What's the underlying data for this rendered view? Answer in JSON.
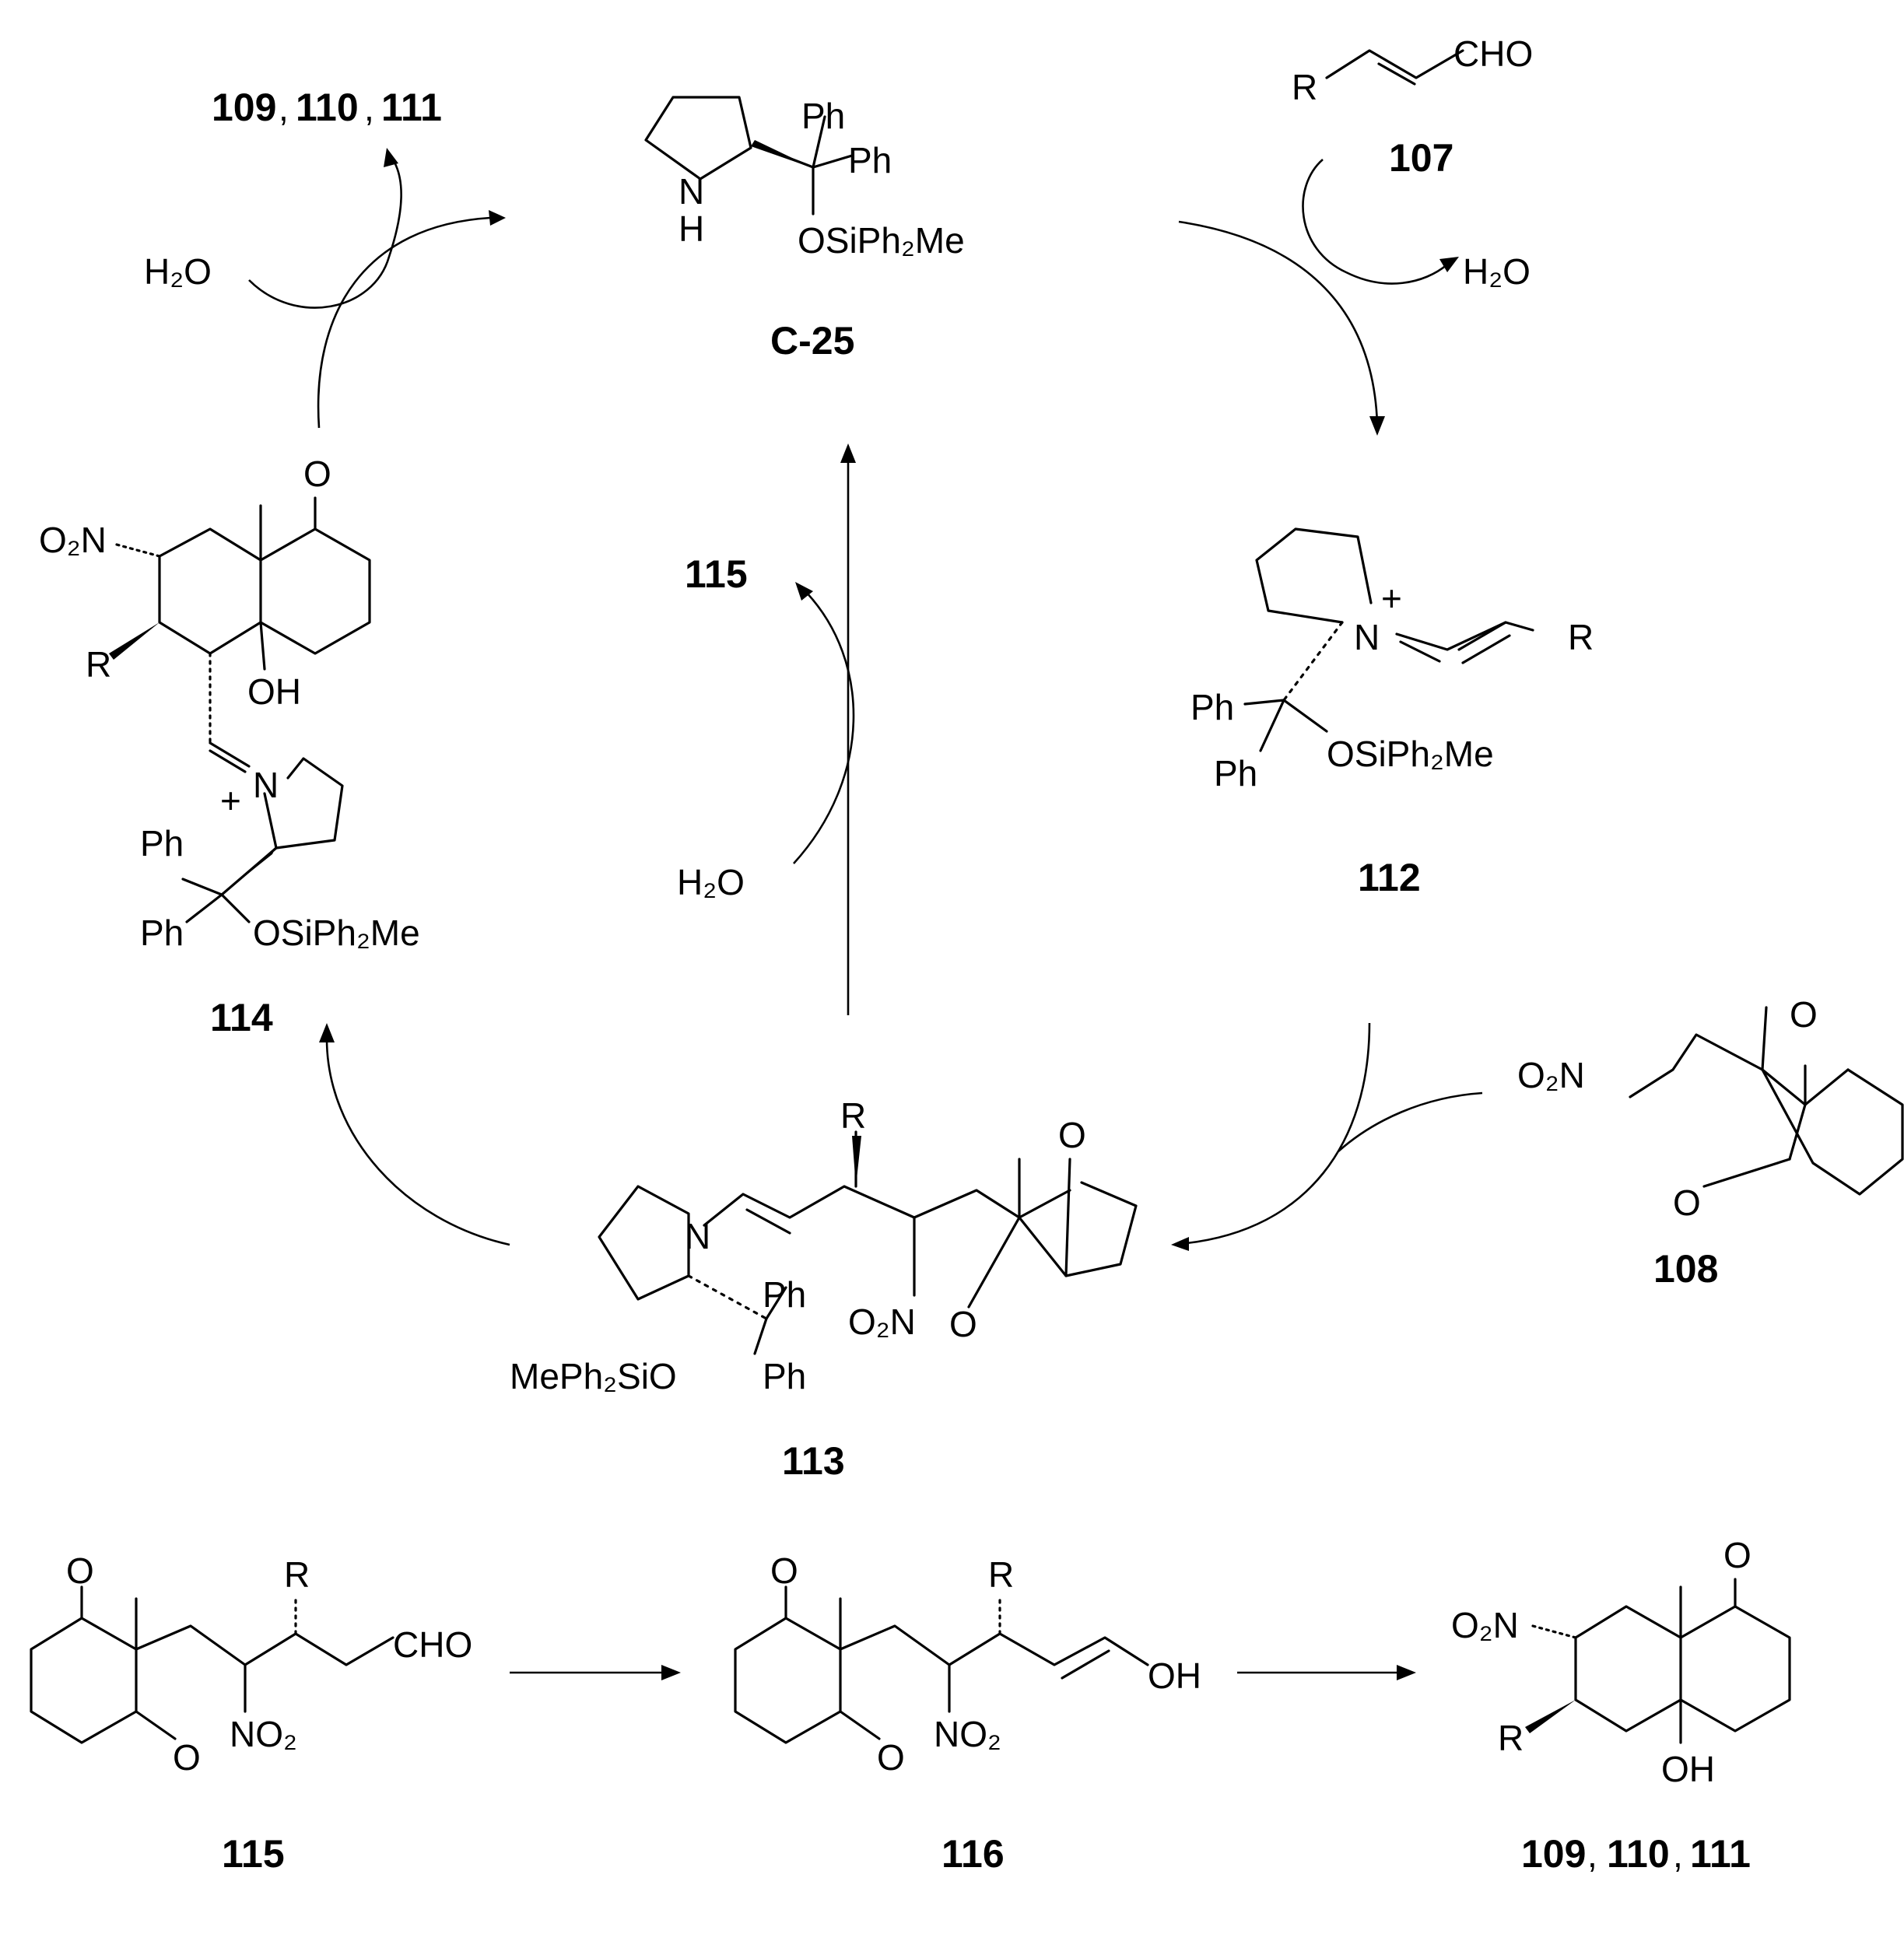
{
  "compounds": {
    "c25": {
      "id": "C-25",
      "subs": [
        "Ph",
        "Ph",
        "OSiPh₂Me",
        "N",
        "H"
      ]
    },
    "c107": {
      "id": "107",
      "subs": [
        "R",
        "CHO"
      ]
    },
    "c112": {
      "id": "112",
      "subs": [
        "N",
        "+",
        "R",
        "Ph",
        "Ph",
        "OSiPh₂Me"
      ]
    },
    "c108": {
      "id": "108",
      "subs": [
        "O₂N",
        "O",
        "O"
      ]
    },
    "c113": {
      "id": "113",
      "subs": [
        "R",
        "N",
        "Ph",
        "Ph",
        "MePh₂SiO",
        "O₂N",
        "O",
        "O"
      ]
    },
    "c114": {
      "id": "114",
      "subs": [
        "O₂N",
        "O",
        "R",
        "OH",
        "N",
        "+",
        "Ph",
        "Ph",
        "OSiPh₂Me"
      ]
    },
    "c115": {
      "id": "115",
      "subs": [
        "O",
        "O",
        "R",
        "CHO",
        "NO₂"
      ]
    },
    "c116": {
      "id": "116",
      "subs": [
        "O",
        "O",
        "R",
        "OH",
        "NO₂"
      ]
    },
    "c_prod": {
      "subs": [
        "O₂N",
        "O",
        "R",
        "OH"
      ]
    }
  },
  "reagents": {
    "h2o_topleft": "H₂O",
    "h2o_topright": "H₂O",
    "h2o_center": "H₂O"
  },
  "cycle_labels": {
    "products_top": [
      "109",
      "110",
      "111"
    ],
    "product_115": "115"
  },
  "bottom_labels": {
    "products": [
      "109",
      "110",
      "111"
    ],
    "separator": ", "
  }
}
